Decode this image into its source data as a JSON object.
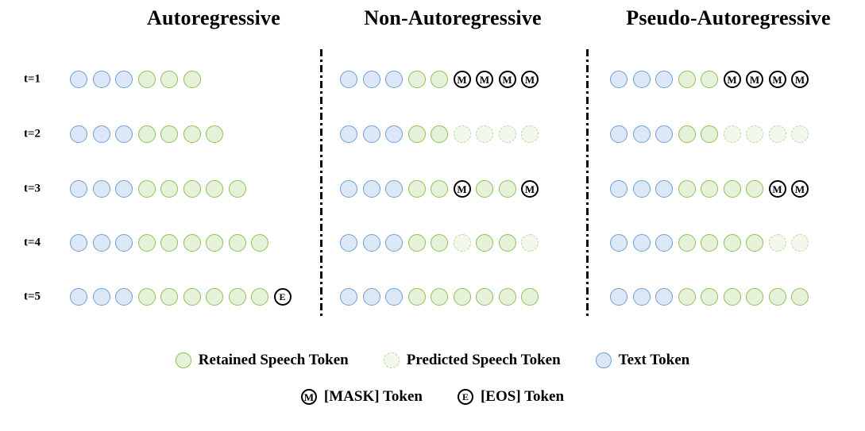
{
  "figure": {
    "columns": [
      {
        "id": "autoregressive",
        "title": "Autoregressive"
      },
      {
        "id": "non-autoregressive",
        "title": "Non-Autoregressive"
      },
      {
        "id": "pseudo-autoregressive",
        "title": "Pseudo-Autoregressive"
      }
    ],
    "timesteps": [
      {
        "label": "t=1"
      },
      {
        "label": "t=2"
      },
      {
        "label": "t=3"
      },
      {
        "label": "t=4"
      },
      {
        "label": "t=5"
      }
    ],
    "token_types": {
      "text": {
        "name": "Text Token",
        "fill": "#dce8f7",
        "stroke": "#6f9fd4",
        "style": "solid"
      },
      "retained": {
        "name": "Retained Speech Token",
        "fill": "#e6f1d9",
        "stroke": "#8cc254",
        "style": "solid"
      },
      "predicted": {
        "name": "Predicted Speech Token",
        "fill": "#f2f8ec",
        "stroke": "#b9d8a0",
        "style": "dashed"
      },
      "mask": {
        "name": "[MASK] Token",
        "fill": "#ffffff",
        "stroke": "#000000",
        "glyph": "M"
      },
      "eos": {
        "name": "[EOS] Token",
        "fill": "#ffffff",
        "stroke": "#000000",
        "glyph": "E"
      }
    },
    "sequences": {
      "autoregressive": [
        [
          "text",
          "text",
          "text",
          "retained",
          "retained",
          "retained"
        ],
        [
          "text",
          "text",
          "text",
          "retained",
          "retained",
          "retained",
          "retained"
        ],
        [
          "text",
          "text",
          "text",
          "retained",
          "retained",
          "retained",
          "retained",
          "retained"
        ],
        [
          "text",
          "text",
          "text",
          "retained",
          "retained",
          "retained",
          "retained",
          "retained",
          "retained"
        ],
        [
          "text",
          "text",
          "text",
          "retained",
          "retained",
          "retained",
          "retained",
          "retained",
          "retained",
          "eos"
        ]
      ],
      "non-autoregressive": [
        [
          "text",
          "text",
          "text",
          "retained",
          "retained",
          "mask",
          "mask",
          "mask",
          "mask"
        ],
        [
          "text",
          "text",
          "text",
          "retained",
          "retained",
          "predicted",
          "predicted",
          "predicted",
          "predicted"
        ],
        [
          "text",
          "text",
          "text",
          "retained",
          "retained",
          "mask",
          "retained",
          "retained",
          "mask"
        ],
        [
          "text",
          "text",
          "text",
          "retained",
          "retained",
          "predicted",
          "retained",
          "retained",
          "predicted"
        ],
        [
          "text",
          "text",
          "text",
          "retained",
          "retained",
          "retained",
          "retained",
          "retained",
          "retained"
        ]
      ],
      "pseudo-autoregressive": [
        [
          "text",
          "text",
          "text",
          "retained",
          "retained",
          "mask",
          "mask",
          "mask",
          "mask"
        ],
        [
          "text",
          "text",
          "text",
          "retained",
          "retained",
          "predicted",
          "predicted",
          "predicted",
          "predicted"
        ],
        [
          "text",
          "text",
          "text",
          "retained",
          "retained",
          "retained",
          "retained",
          "mask",
          "mask"
        ],
        [
          "text",
          "text",
          "text",
          "retained",
          "retained",
          "retained",
          "retained",
          "predicted",
          "predicted"
        ],
        [
          "text",
          "text",
          "text",
          "retained",
          "retained",
          "retained",
          "retained",
          "retained",
          "retained"
        ]
      ]
    },
    "legend": {
      "row1": [
        {
          "type": "retained",
          "label": "Retained Speech Token"
        },
        {
          "type": "predicted",
          "label": "Predicted Speech Token"
        },
        {
          "type": "text",
          "label": "Text Token"
        }
      ],
      "row2": [
        {
          "type": "mask",
          "label": "[MASK] Token",
          "glyph": "M"
        },
        {
          "type": "eos",
          "label": "[EOS] Token",
          "glyph": "E"
        }
      ]
    }
  }
}
